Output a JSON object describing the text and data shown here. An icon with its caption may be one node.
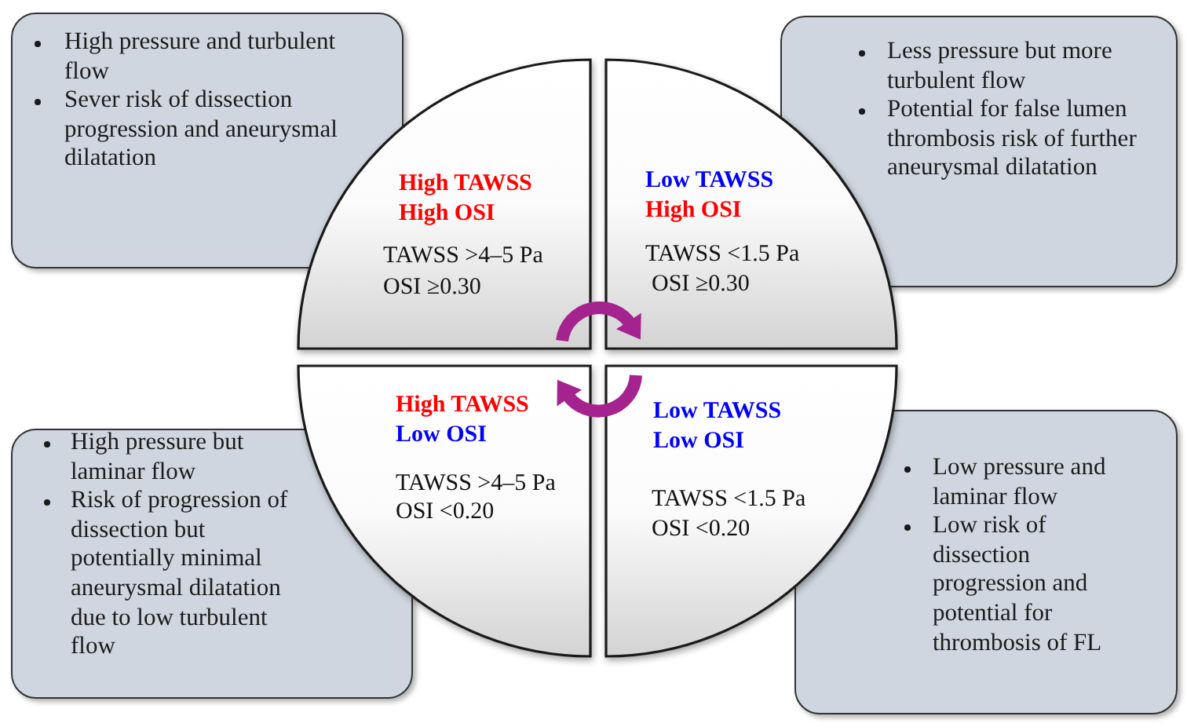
{
  "diagram": {
    "nodes": [
      {
        "text": [
          "High pressure and turbulent flow",
          "Sever risk of dissection progression and aneurysmal dilatation"
        ]
      },
      {
        "text": [
          "Less pressure but more turbulent flow",
          "Potential for false lumen thrombosis risk of further aneurysmal dilatation"
        ]
      },
      {
        "text": [
          "High TAWSS",
          "High OSI",
          "TAWSS >4–5 Pa",
          "OSI ≥0.30"
        ]
      },
      {
        "text": [
          "Low TAWSS",
          "High OSI",
          "TAWSS <1.5 Pa",
          "OSI ≥0.30"
        ]
      },
      {
        "text": [
          "High TAWSS",
          "Low OSI",
          "TAWSS >4–5 Pa",
          "OSI <0.20"
        ]
      },
      {
        "text": [
          "Low TAWSS",
          "Low OSI",
          "TAWSS <1.5 Pa",
          "OSI <0.20"
        ]
      },
      {
        "text": [
          "High pressure but laminar flow",
          "Risk of progression of dissection but potentially minimal aneurysmal dilatation due to low turbulent flow"
        ]
      },
      {
        "text": [
          "Low pressure and laminar flow",
          "Low risk of dissection progression and potential for thrombosis of FL"
        ]
      }
    ],
    "edges": [
      {
        "from": 2,
        "to": 3,
        "arrow": "to",
        "color": "#a4238f"
      },
      {
        "from": 5,
        "to": 4,
        "arrow": "to",
        "color": "#a4238f"
      }
    ]
  }
}
